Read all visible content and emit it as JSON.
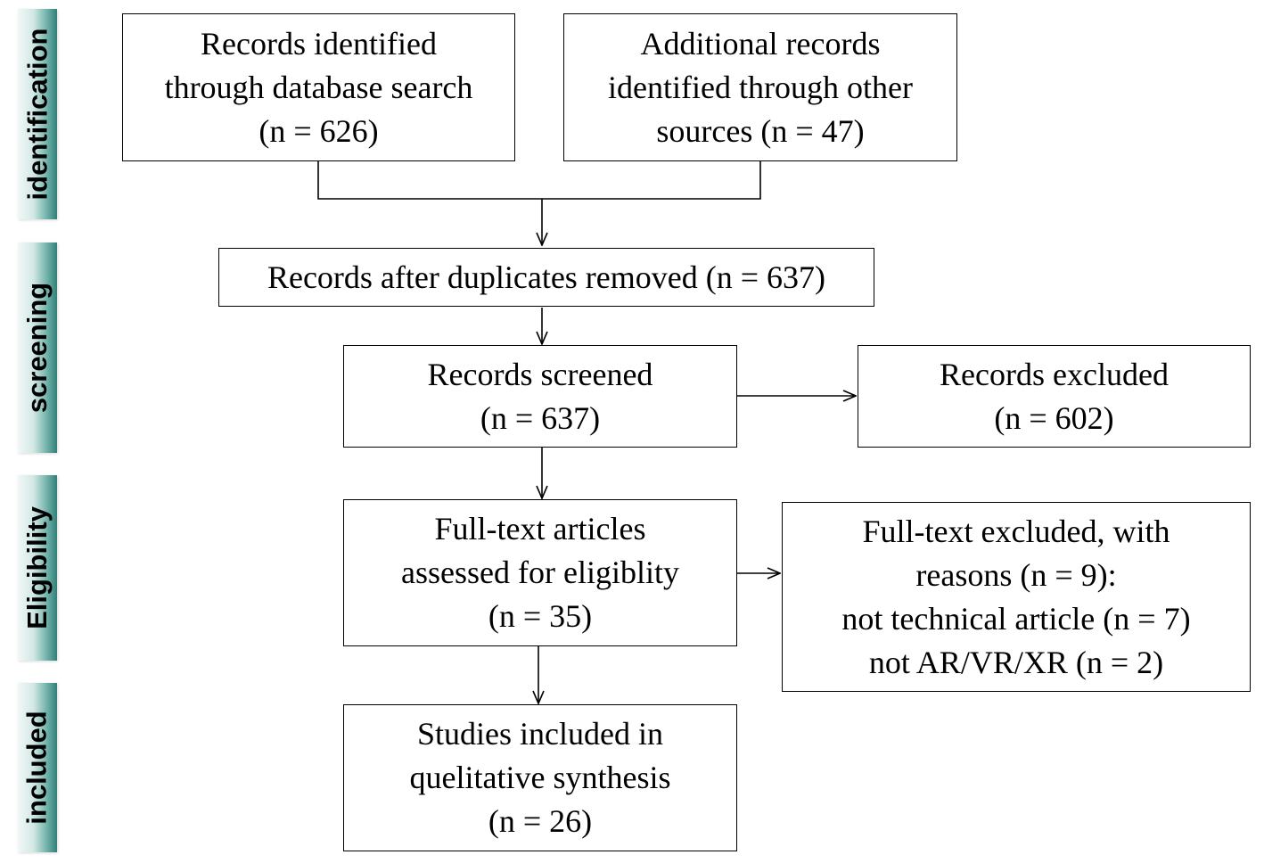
{
  "stages": {
    "identification": "identification",
    "screening": "screening",
    "eligibility": "Eligibility",
    "included": "included"
  },
  "boxes": {
    "database_search": [
      "Records identified",
      "through database search",
      "(n = 626)"
    ],
    "other_sources": [
      "Additional records",
      "identified through other",
      "sources (n = 47)"
    ],
    "after_duplicates": [
      "Records after duplicates removed (n = 637)"
    ],
    "screened": [
      "Records screened",
      "(n = 637)"
    ],
    "excluded": [
      "Records excluded",
      "(n = 602)"
    ],
    "full_text": [
      "Full-text articles",
      "assessed for eligiblity",
      "(n = 35)"
    ],
    "full_text_excluded": [
      "Full-text excluded, with",
      "reasons (n = 9):",
      "not technical article (n = 7)",
      "not AR/VR/XR (n = 2)"
    ],
    "included": [
      "Studies included in",
      "quelitative synthesis",
      "(n = 26)"
    ]
  },
  "colors": {
    "stage_light": "#f2f8f7",
    "stage_dark": "#2f7f77",
    "line": "#000000"
  }
}
